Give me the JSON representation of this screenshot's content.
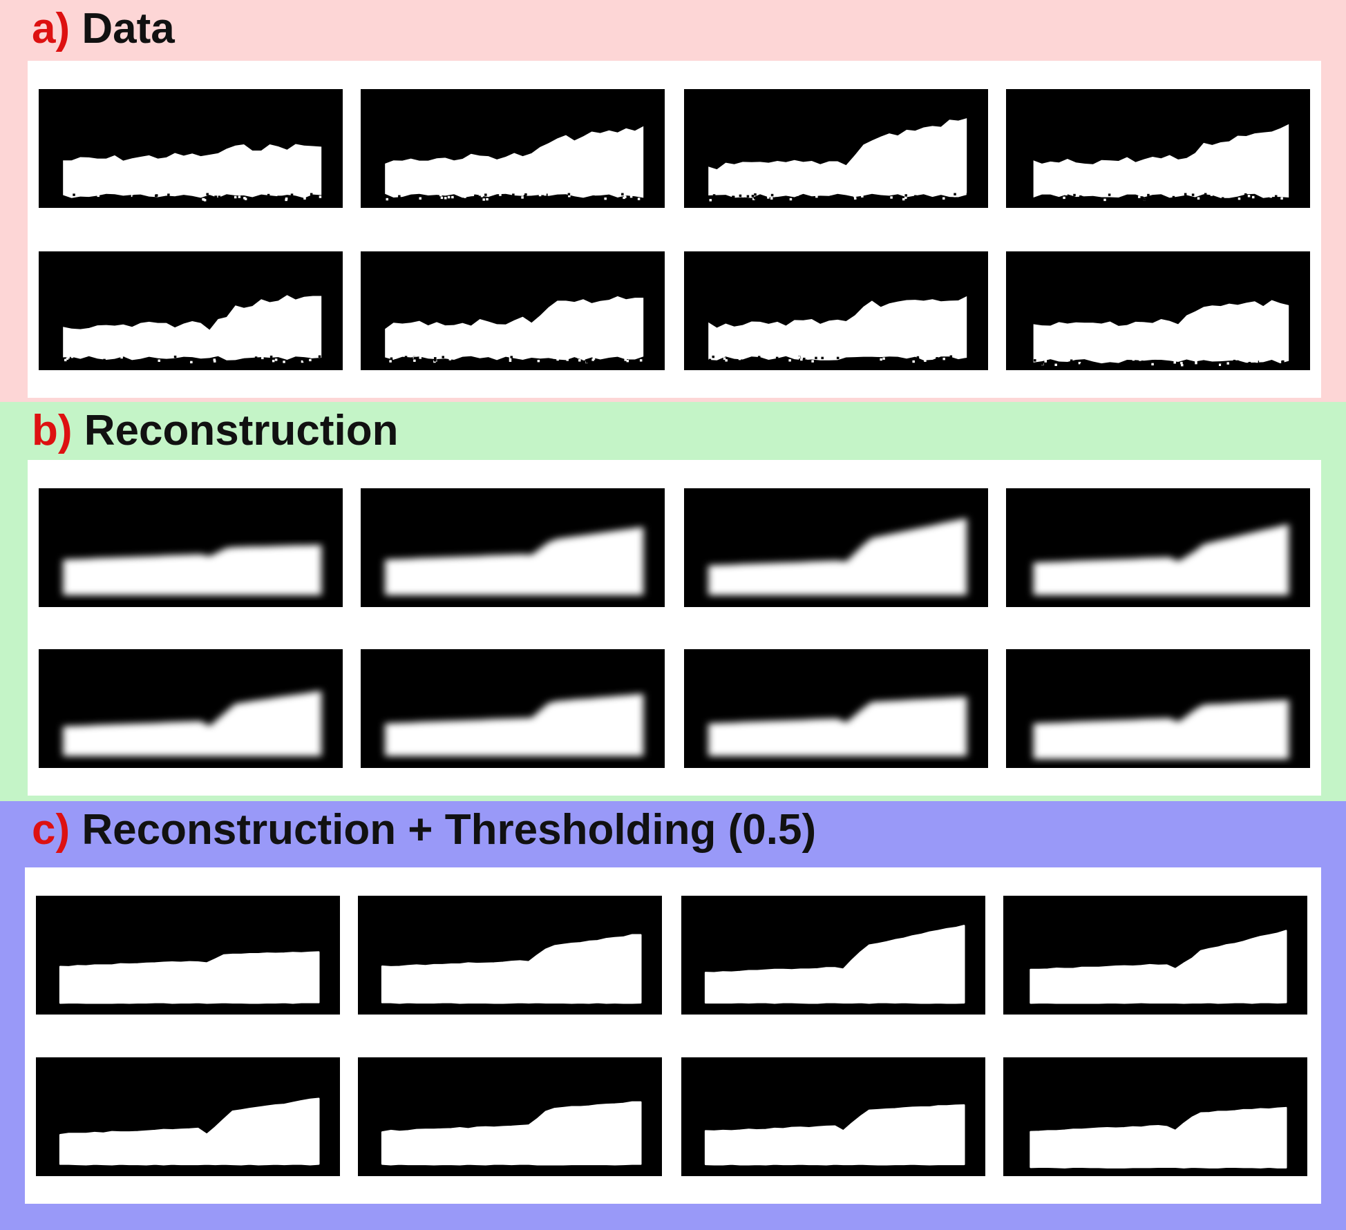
{
  "sections": [
    {
      "letter": "a)",
      "title": "Data",
      "kind": "noisy"
    },
    {
      "letter": "b)",
      "title": "Reconstruction",
      "kind": "blurred"
    },
    {
      "letter": "c)",
      "title": "Reconstruction + Thresholding (0.5)",
      "kind": "thresholded"
    }
  ],
  "colors": {
    "band_a": "#fdd6d6",
    "band_b": "#c4f4c7",
    "band_c": "#9999f8",
    "letter": "#dd1111",
    "tile_background": "#000000",
    "shape": "#ffffff"
  }
}
